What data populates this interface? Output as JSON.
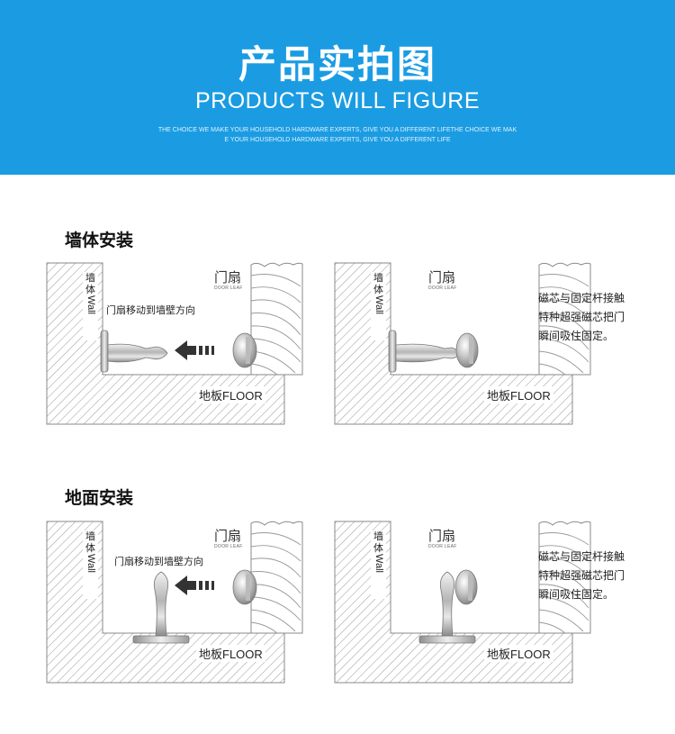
{
  "banner": {
    "title_cn": "产品实拍图",
    "title_en": "PRODUCTS WILL FIGURE",
    "slogan_line1": "THE CHOICE WE MAKE YOUR HOUSEHOLD HARDWARE EXPERTS, GIVE YOU A DIFFERENT LIFETHE CHOICE WE MAK",
    "slogan_line2": "E YOUR HOUSEHOLD HARDWARE EXPERTS, GIVE YOU A DIFFERENT LIFE",
    "background_color": "#1b9ce2"
  },
  "sections": [
    {
      "title": "墙体安装"
    },
    {
      "title": "地面安装"
    }
  ],
  "labels": {
    "wall_cn": "墙体",
    "wall_en": "Wall",
    "door_cn": "门扇",
    "door_en": "DOOR LEAF",
    "floor": "地板FLOOR",
    "move_direction": "门扇移动到墙壁方向",
    "fixed_desc": [
      "磁芯与固定杆接触",
      "特种超强磁芯把门",
      "瞬间吸住固定。"
    ]
  },
  "colors": {
    "hatch": "#999999",
    "outline": "#888888",
    "metal": "#c8c8c8",
    "arrow": "#333333"
  }
}
